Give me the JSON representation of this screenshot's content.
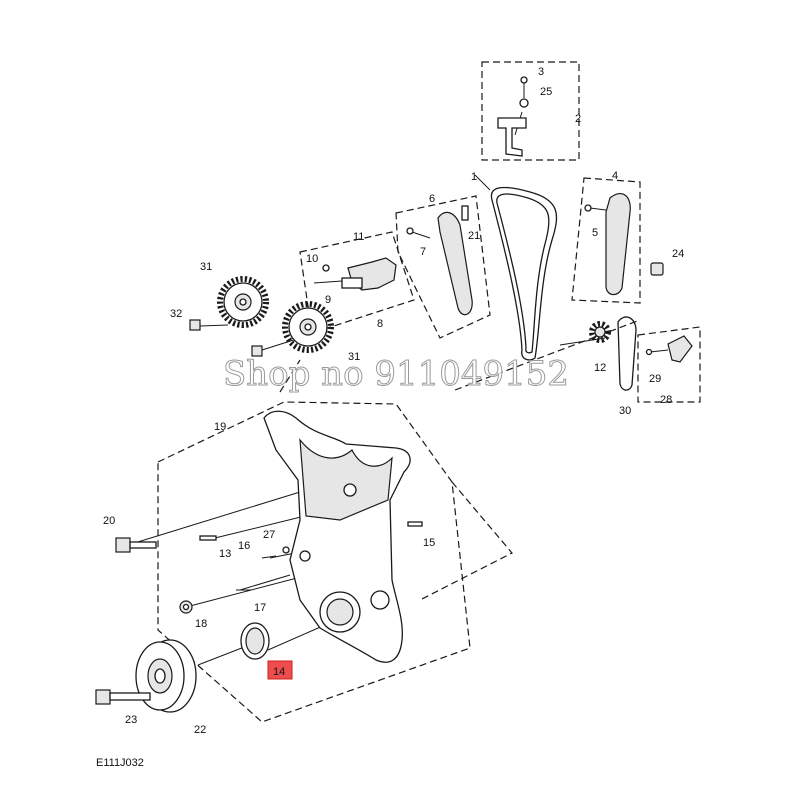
{
  "diagram": {
    "code": "E111J032",
    "watermark": "Shop no 911049152",
    "highlight": "14",
    "callouts": [
      "1",
      "2",
      "3",
      "4",
      "5",
      "6",
      "7",
      "8",
      "9",
      "10",
      "11",
      "12",
      "13",
      "14",
      "15",
      "16",
      "17",
      "18",
      "19",
      "20",
      "21",
      "22",
      "23",
      "24",
      "25",
      "27",
      "28",
      "29",
      "30",
      "31",
      "32"
    ]
  }
}
